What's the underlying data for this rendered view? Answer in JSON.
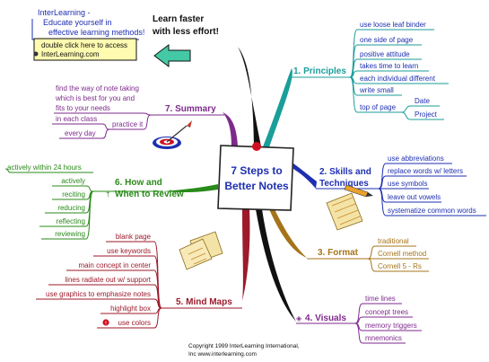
{
  "colors": {
    "teal": "#1a9e9a",
    "blue": "#1e2fb0",
    "brown": "#a5741a",
    "purple": "#7e2a8c",
    "green": "#2a8a1a",
    "red": "#9c1a2a",
    "black": "#111111"
  },
  "center": {
    "line1": "7 Steps to",
    "line2": "Better Notes"
  },
  "header": {
    "brand": "InterLearning -",
    "tagline1": "Educate yourself in",
    "tagline2": "effective learning methods!",
    "slogan1": "Learn faster",
    "slogan2": "with less effort!",
    "note1": "double click here to access",
    "note2": "InterLearning.com"
  },
  "branches": {
    "principles": {
      "label": "1. Principles",
      "items": [
        "use loose leaf binder",
        "one side of page",
        "positive attitude",
        "takes time to learn",
        "each individual different",
        "write small",
        "top of page"
      ],
      "sub": [
        "Date",
        "Project"
      ]
    },
    "skills": {
      "label1": "2. Skills and",
      "label2": "Techniques",
      "items": [
        "use abbreviations",
        "replace words w/ letters",
        "use symbols",
        "leave out vowels",
        "systematize common words"
      ]
    },
    "format": {
      "label": "3. Format",
      "items": [
        "traditional",
        "Cornell method",
        "Cornell 5 - Rs"
      ]
    },
    "visuals": {
      "label": "4. Visuals",
      "items": [
        "time lines",
        "concept trees",
        "memory triggers",
        "mnemonics"
      ]
    },
    "mindmaps": {
      "label": "5. Mind Maps",
      "items": [
        "blank page",
        "use keywords",
        "main concept in center",
        "lines radiate out w/ support",
        "use graphics to emphasize notes",
        "highlight box",
        "use colors"
      ]
    },
    "review": {
      "label1": "6. How and",
      "label2": "When to Review",
      "top": "actively within 24 hours",
      "items": [
        "actively",
        "reciting",
        "reducing",
        "reflecting",
        "reviewing"
      ]
    },
    "summary": {
      "label": "7. Summary",
      "intro1": "find the way of note taking",
      "intro2": "which is best for you and",
      "intro3": "fits to your needs",
      "practice": "practice it",
      "items": [
        "in each class",
        "every day"
      ]
    }
  },
  "footer": {
    "line1": "Copyright 1999 InterLearning International,",
    "line2": "Inc www.interlearning.com"
  }
}
